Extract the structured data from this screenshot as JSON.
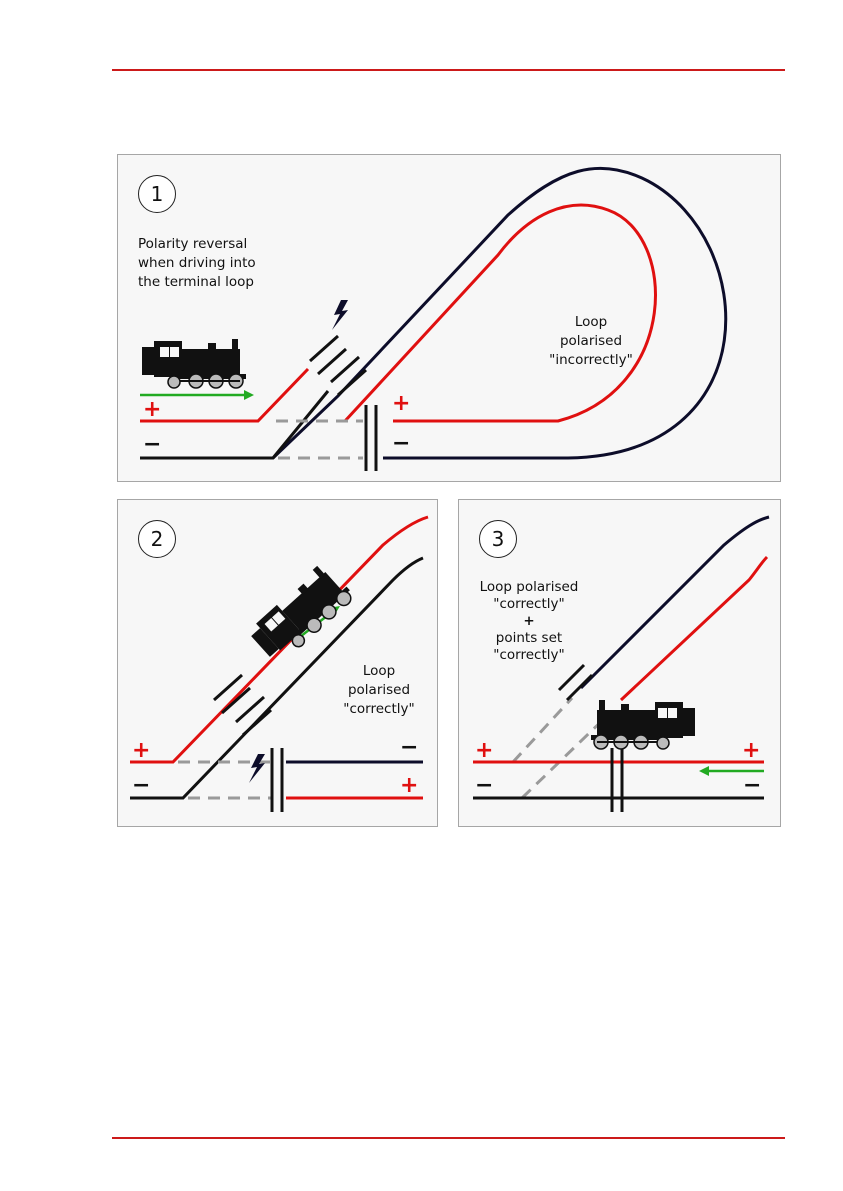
{
  "panels": [
    {
      "number": "1",
      "caption": [
        "Polarity reversal",
        "when driving into",
        "the terminal loop"
      ],
      "loop_label": [
        "Loop",
        "polarised",
        "\"incorrectly\""
      ],
      "signs": {
        "plus_a": "+",
        "plus_b": "+",
        "minus_a": "−",
        "minus_b": "−"
      }
    },
    {
      "number": "2",
      "loop_label": [
        "Loop",
        "polarised",
        "\"correctly\""
      ],
      "signs": {
        "plus_a": "+",
        "plus_b": "+",
        "minus_a": "−",
        "minus_b": "−"
      }
    },
    {
      "number": "3",
      "caption": [
        "Loop polarised",
        "\"correctly\"",
        "+",
        "points set",
        "\"correctly\""
      ],
      "signs": {
        "plus_a": "+",
        "plus_b": "+",
        "minus_a": "−",
        "minus_b": "−"
      }
    }
  ],
  "colors": {
    "positive_rail": "#e01010",
    "negative_rail": "#0d0d2a",
    "ground_rail": "#111111",
    "dashed_link": "#9a9a9a",
    "direction_arrow": "#22aa22",
    "header_rule": "#cc1a1a"
  },
  "icons": [
    "locomotive-icon",
    "lightning-icon",
    "arrow-icon"
  ]
}
